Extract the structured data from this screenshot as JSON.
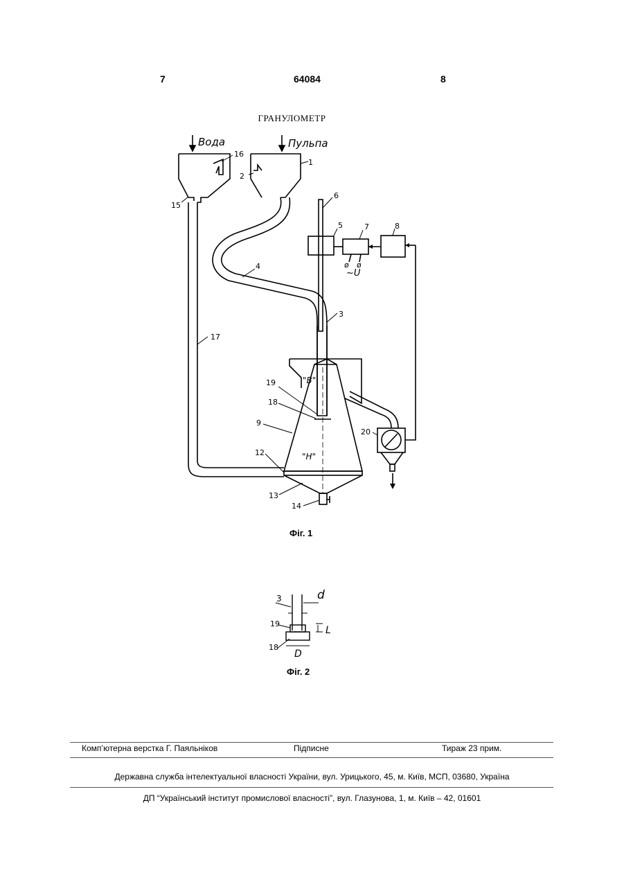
{
  "header": {
    "left_page": "7",
    "patent_number": "64084",
    "right_page": "8"
  },
  "title": "ГРАНУЛОМЕТР",
  "figure1": {
    "caption": "Фіг. 1",
    "inputs": {
      "water": "Вода",
      "pulp": "Пульпа"
    },
    "labels": [
      "1",
      "2",
      "3",
      "4",
      "5",
      "6",
      "7",
      "8",
      "9",
      "12",
      "13",
      "14",
      "15",
      "16",
      "17",
      "18",
      "19",
      "20"
    ],
    "level_upper": "\"В\"",
    "level_lower": "\"Н\"",
    "voltage": "~U"
  },
  "figure2": {
    "caption": "Фіг. 2",
    "labels": [
      "3",
      "19",
      "18"
    ],
    "dim_d": "d",
    "dim_L": "L",
    "dim_D": "D"
  },
  "footer": {
    "layout": "Комп’ютерна верстка Г. Паяльніков",
    "signed": "Підписне",
    "circulation": "Тираж 23 прим.",
    "office": "Державна служба інтелектуальної власності України, вул. Урицького, 45, м. Київ, МСП, 03680, Україна",
    "institute": "ДП “Український інститут промислової власності”, вул. Глазунова, 1, м. Київ – 42, 01601"
  }
}
